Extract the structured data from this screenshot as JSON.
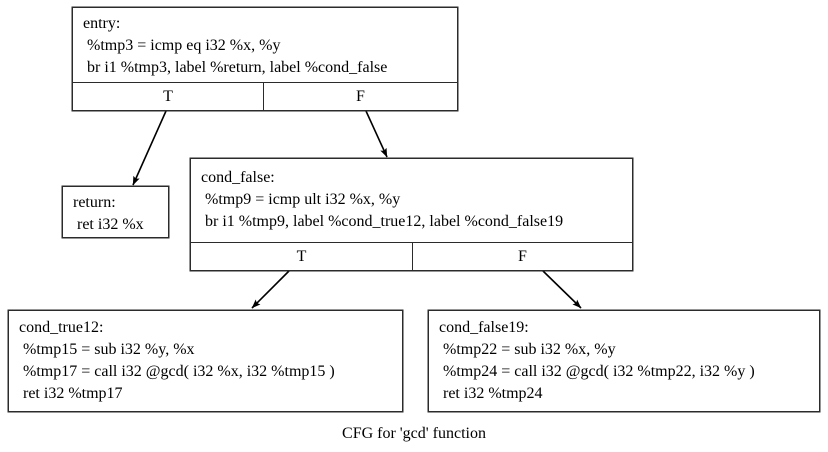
{
  "caption": "CFG for 'gcd' function",
  "theme": {
    "background": "#ffffff",
    "border": "#2b2b2b",
    "text": "#000000",
    "edge": "#000000"
  },
  "nodes": [
    {
      "id": "entry",
      "lines": [
        "entry:",
        " %tmp3 = icmp eq i32 %x, %y",
        " br i1 %tmp3, label %return, label %cond_false"
      ],
      "ports": {
        "true_label": "T",
        "false_label": "F"
      }
    },
    {
      "id": "return",
      "lines": [
        "return:",
        " ret i32 %x"
      ],
      "ports": null
    },
    {
      "id": "cond_false",
      "lines": [
        "cond_false:",
        " %tmp9 = icmp ult i32 %x, %y",
        " br i1 %tmp9, label %cond_true12, label %cond_false19"
      ],
      "ports": {
        "true_label": "T",
        "false_label": "F"
      }
    },
    {
      "id": "cond_true12",
      "lines": [
        "cond_true12:",
        " %tmp15 = sub i32 %y, %x",
        " %tmp17 = call i32 @gcd( i32 %x, i32 %tmp15 )",
        " ret i32 %tmp17"
      ],
      "ports": null
    },
    {
      "id": "cond_false19",
      "lines": [
        "cond_false19:",
        " %tmp22 = sub i32 %x, %y",
        " %tmp24 = call i32 @gcd( i32 %tmp22, i32 %y )",
        " ret i32 %tmp24"
      ],
      "ports": null
    }
  ],
  "edges": [
    {
      "from": "entry",
      "port": "T",
      "to": "return"
    },
    {
      "from": "entry",
      "port": "F",
      "to": "cond_false"
    },
    {
      "from": "cond_false",
      "port": "T",
      "to": "cond_true12"
    },
    {
      "from": "cond_false",
      "port": "F",
      "to": "cond_false19"
    }
  ]
}
